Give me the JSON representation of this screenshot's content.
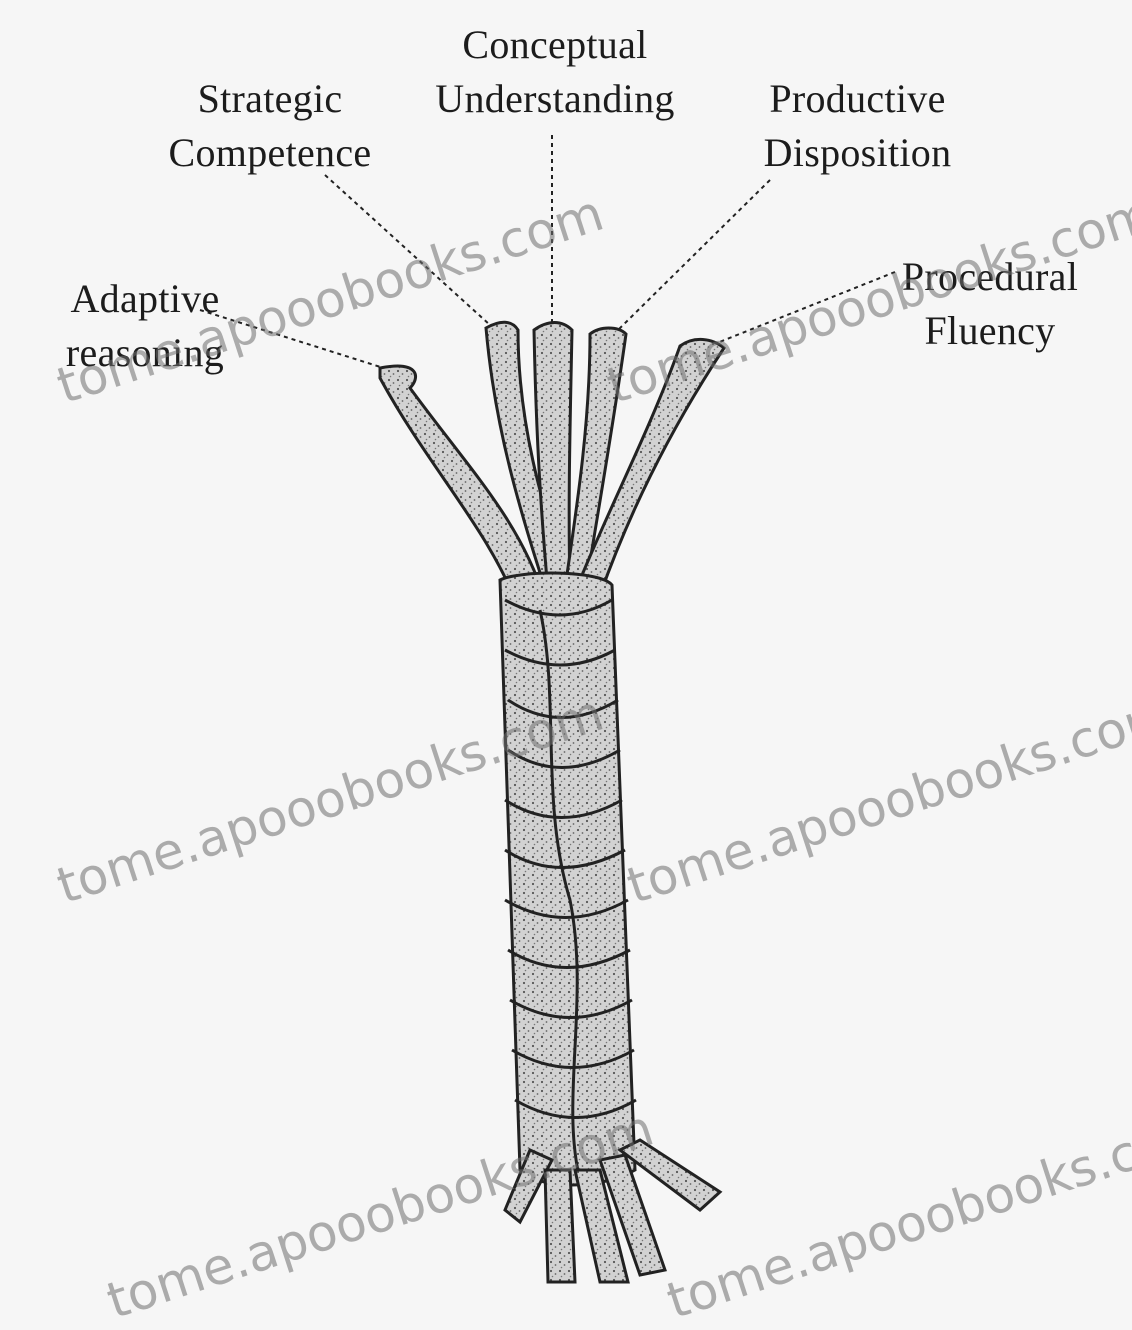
{
  "labels": {
    "conceptual": [
      "Conceptual",
      "Understanding"
    ],
    "strategic": [
      "Strategic",
      "Competence"
    ],
    "productive": [
      "Productive",
      "Disposition"
    ],
    "adaptive": [
      "Adaptive",
      "reasoning"
    ],
    "procedural": [
      "Procedural",
      "Fluency"
    ]
  },
  "watermark": "tome.apooobooks.com",
  "colors": {
    "strand_fill": "#cfcfcf",
    "ink": "#1c1c1c",
    "background": "#f6f6f6"
  }
}
